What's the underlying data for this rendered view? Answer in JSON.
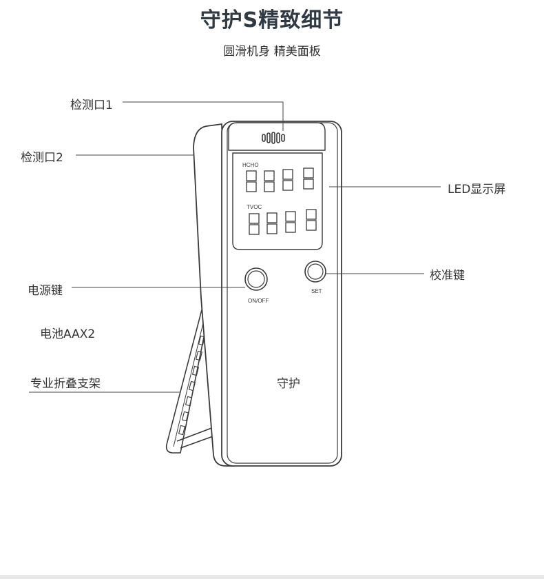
{
  "header": {
    "title": "守护S精致细节",
    "subtitle": "圆滑机身  精美面板"
  },
  "callouts": {
    "sensor_port_1": "检测口1",
    "sensor_port_2": "检测口2",
    "led_screen": "LED显示屏",
    "power_key": "电源键",
    "calibrate_key": "校准键",
    "battery": "电池AAX2",
    "stand": "专业折叠支架"
  },
  "device": {
    "hcho_label": "HCHO",
    "tvoc_label": "TVOC",
    "onoff_label": "ON/OFF",
    "set_label": "SET",
    "brand_mark": "守护"
  },
  "colors": {
    "outline": "#3a3a3a",
    "line": "#444444"
  }
}
